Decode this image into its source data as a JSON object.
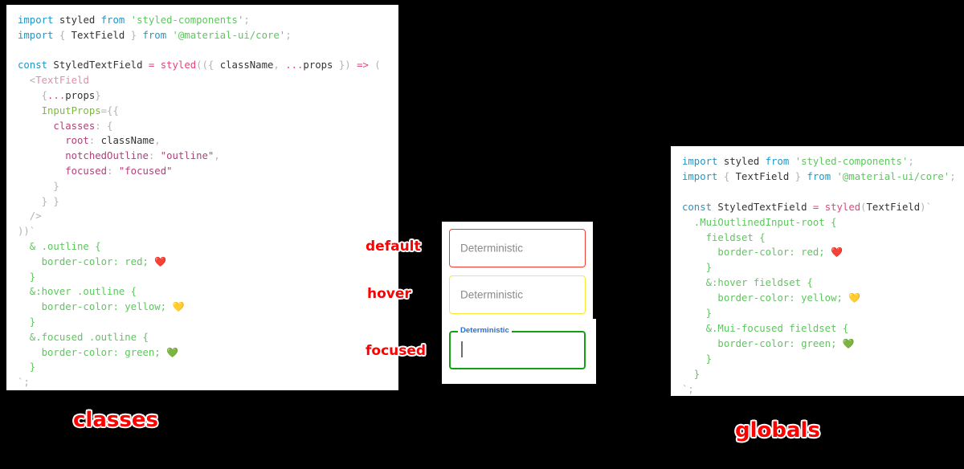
{
  "panels": {
    "classes": {
      "caption": "classes",
      "code_lines": [
        [
          {
            "t": "kw",
            "s": "import "
          },
          {
            "t": "id",
            "s": "styled "
          },
          {
            "t": "kw",
            "s": "from "
          },
          {
            "t": "str",
            "s": "'styled-components'"
          },
          {
            "t": "punc",
            "s": ";"
          }
        ],
        [
          {
            "t": "kw",
            "s": "import "
          },
          {
            "t": "punc",
            "s": "{ "
          },
          {
            "t": "id",
            "s": "TextField"
          },
          {
            "t": "punc",
            "s": " } "
          },
          {
            "t": "kw",
            "s": "from "
          },
          {
            "t": "str",
            "s": "'@material-ui/core'"
          },
          {
            "t": "punc",
            "s": ";"
          }
        ],
        [],
        [
          {
            "t": "kw",
            "s": "const "
          },
          {
            "t": "id",
            "s": "StyledTextField "
          },
          {
            "t": "op",
            "s": "= "
          },
          {
            "t": "fn",
            "s": "styled"
          },
          {
            "t": "punc",
            "s": "(({ "
          },
          {
            "t": "id",
            "s": "className"
          },
          {
            "t": "punc",
            "s": ", "
          },
          {
            "t": "op",
            "s": "..."
          },
          {
            "t": "id",
            "s": "props"
          },
          {
            "t": "punc",
            "s": " }) "
          },
          {
            "t": "op",
            "s": "=> "
          },
          {
            "t": "punc",
            "s": "("
          }
        ],
        [
          {
            "t": "punc",
            "s": "  <"
          },
          {
            "t": "tag",
            "s": "TextField"
          }
        ],
        [
          {
            "t": "punc",
            "s": "    {"
          },
          {
            "t": "op",
            "s": "..."
          },
          {
            "t": "id",
            "s": "props"
          },
          {
            "t": "punc",
            "s": "}"
          }
        ],
        [
          {
            "t": "attr",
            "s": "    InputProps"
          },
          {
            "t": "punc",
            "s": "={{"
          }
        ],
        [
          {
            "t": "prop",
            "s": "      classes"
          },
          {
            "t": "punc",
            "s": ": {"
          }
        ],
        [
          {
            "t": "prop",
            "s": "        root"
          },
          {
            "t": "punc",
            "s": ": "
          },
          {
            "t": "id",
            "s": "className"
          },
          {
            "t": "punc",
            "s": ","
          }
        ],
        [
          {
            "t": "prop",
            "s": "        notchedOutline"
          },
          {
            "t": "punc",
            "s": ": "
          },
          {
            "t": "prop",
            "s": "\"outline\""
          },
          {
            "t": "punc",
            "s": ","
          }
        ],
        [
          {
            "t": "prop",
            "s": "        focused"
          },
          {
            "t": "punc",
            "s": ": "
          },
          {
            "t": "prop",
            "s": "\"focused\""
          }
        ],
        [
          {
            "t": "punc",
            "s": "      }"
          }
        ],
        [
          {
            "t": "punc",
            "s": "    } }"
          }
        ],
        [
          {
            "t": "punc",
            "s": "  />"
          }
        ],
        [
          {
            "t": "punc",
            "s": "))`"
          }
        ],
        [
          {
            "t": "sel",
            "s": "  & .outline {"
          }
        ],
        [
          {
            "t": "css",
            "s": "    border-color: red; "
          },
          {
            "t": "emoji",
            "s": "❤️"
          }
        ],
        [
          {
            "t": "sel",
            "s": "  }"
          }
        ],
        [
          {
            "t": "sel",
            "s": "  &:hover .outline {"
          }
        ],
        [
          {
            "t": "css",
            "s": "    border-color: yellow; "
          },
          {
            "t": "emoji",
            "s": "💛"
          }
        ],
        [
          {
            "t": "sel",
            "s": "  }"
          }
        ],
        [
          {
            "t": "sel",
            "s": "  &.focused .outline {"
          }
        ],
        [
          {
            "t": "css",
            "s": "    border-color: green; "
          },
          {
            "t": "emoji",
            "s": "💚"
          }
        ],
        [
          {
            "t": "sel",
            "s": "  }"
          }
        ],
        [
          {
            "t": "punc",
            "s": "`;"
          }
        ]
      ]
    },
    "globals": {
      "caption": "globals",
      "code_lines": [
        [
          {
            "t": "kw",
            "s": "import "
          },
          {
            "t": "id",
            "s": "styled "
          },
          {
            "t": "kw",
            "s": "from "
          },
          {
            "t": "str",
            "s": "'styled-components'"
          },
          {
            "t": "punc",
            "s": ";"
          }
        ],
        [
          {
            "t": "kw",
            "s": "import "
          },
          {
            "t": "punc",
            "s": "{ "
          },
          {
            "t": "id",
            "s": "TextField"
          },
          {
            "t": "punc",
            "s": " } "
          },
          {
            "t": "kw",
            "s": "from "
          },
          {
            "t": "str",
            "s": "'@material-ui/core'"
          },
          {
            "t": "punc",
            "s": ";"
          }
        ],
        [],
        [
          {
            "t": "kw",
            "s": "const "
          },
          {
            "t": "id",
            "s": "StyledTextField "
          },
          {
            "t": "op",
            "s": "= "
          },
          {
            "t": "fn",
            "s": "styled"
          },
          {
            "t": "punc",
            "s": "("
          },
          {
            "t": "id",
            "s": "TextField"
          },
          {
            "t": "punc",
            "s": ")`"
          }
        ],
        [
          {
            "t": "sel",
            "s": "  .MuiOutlinedInput-root {"
          }
        ],
        [
          {
            "t": "sel",
            "s": "    fieldset {"
          }
        ],
        [
          {
            "t": "css",
            "s": "      border-color: red; "
          },
          {
            "t": "emoji",
            "s": "❤️"
          }
        ],
        [
          {
            "t": "sel",
            "s": "    }"
          }
        ],
        [
          {
            "t": "sel",
            "s": "    &:hover fieldset {"
          }
        ],
        [
          {
            "t": "css",
            "s": "      border-color: yellow; "
          },
          {
            "t": "emoji",
            "s": "💛"
          }
        ],
        [
          {
            "t": "sel",
            "s": "    }"
          }
        ],
        [
          {
            "t": "sel",
            "s": "    &.Mui-focused fieldset {"
          }
        ],
        [
          {
            "t": "css",
            "s": "      border-color: green; "
          },
          {
            "t": "emoji",
            "s": "💚"
          }
        ],
        [
          {
            "t": "sel",
            "s": "    }"
          }
        ],
        [
          {
            "t": "sel",
            "s": "  }"
          }
        ],
        [
          {
            "t": "punc",
            "s": "`;"
          }
        ]
      ]
    }
  },
  "demo": {
    "fields": [
      {
        "state": "default",
        "text": "Deterministic",
        "border_color": "#f33b2e"
      },
      {
        "state": "hover",
        "text": "Deterministic",
        "border_color": "#f7ea32"
      },
      {
        "state": "focused",
        "label": "Deterministic",
        "text": "",
        "border_color": "#14a014",
        "label_color": "#2a6fd6"
      }
    ]
  },
  "annotations": {
    "default": "default",
    "hover": "hover",
    "focused": "focused"
  },
  "colors": {
    "background": "#000000",
    "panel": "#ffffff",
    "annotation": "#ff0000",
    "red": "#f33b2e",
    "yellow": "#f7ea32",
    "green": "#14a014"
  }
}
